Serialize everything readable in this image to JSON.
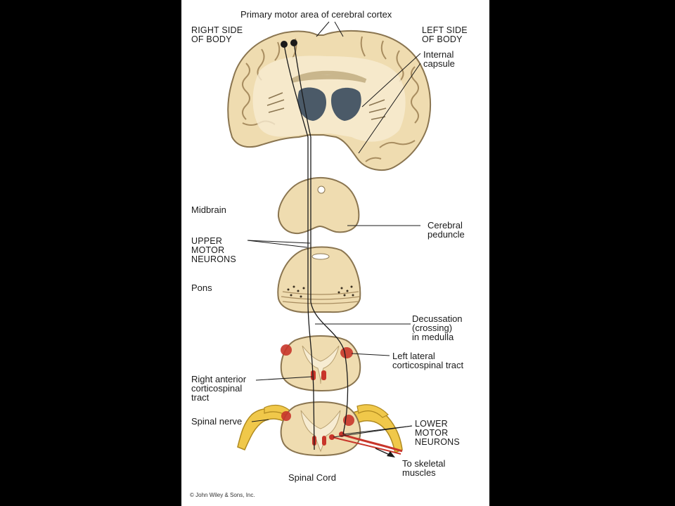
{
  "colors": {
    "frame": "#000000",
    "panel": "#ffffff",
    "tissue": "#efdcb0",
    "tissue_edge": "#8a7550",
    "white_matter": "#f7ecd2",
    "ventricle": "#4b5a68",
    "tract_red": "#c8352a",
    "nerve_yellow": "#f0c84a",
    "line": "#1a1a1a"
  },
  "labels": {
    "title": "Primary motor area of cerebral cortex",
    "right_side": "RIGHT SIDE\nOF BODY",
    "left_side": "LEFT SIDE\nOF BODY",
    "internal_capsule": "Internal\ncapsule",
    "midbrain": "Midbrain",
    "cerebral_peduncle": "Cerebral\npeduncle",
    "upper_motor_neurons": "UPPER\nMOTOR\nNEURONS",
    "pons": "Pons",
    "decussation": "Decussation\n(crossing)\nin medulla",
    "left_lateral_tract": "Left lateral\ncorticospinal tract",
    "right_anterior_tract": "Right anterior\ncorticospinal\ntract",
    "spinal_nerve": "Spinal nerve",
    "lower_motor_neurons": "LOWER\nMOTOR\nNEURONS",
    "to_skeletal_muscles": "To skeletal\nmuscles",
    "spinal_cord": "Spinal Cord",
    "copyright": "© John Wiley & Sons, Inc."
  }
}
